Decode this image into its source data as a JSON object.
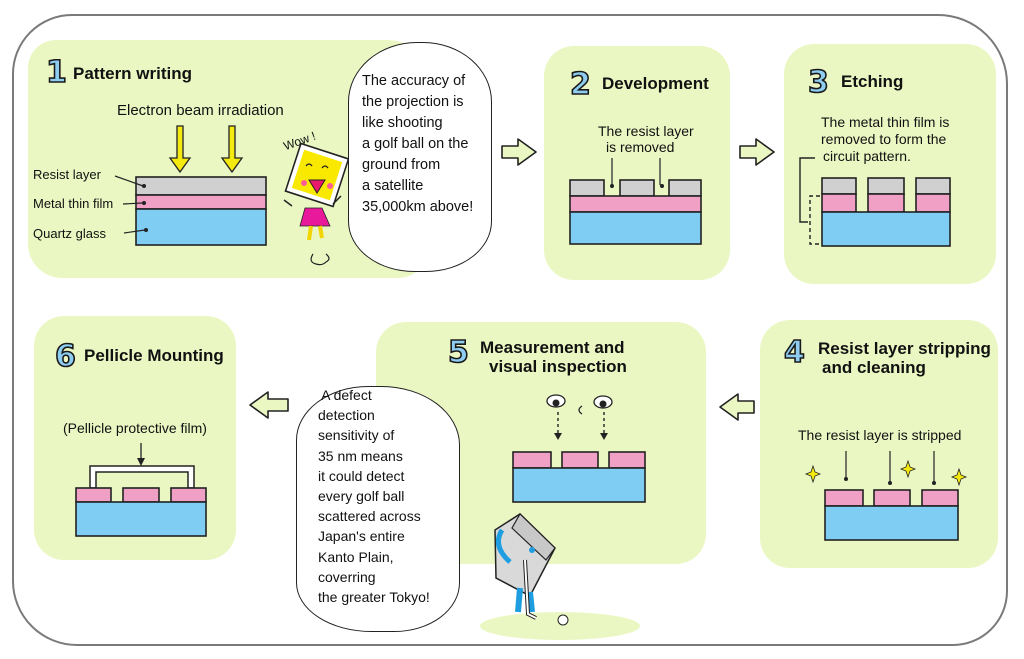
{
  "colors": {
    "panel_bg": "#ebf7c3",
    "resist": "#d0d0d0",
    "metal": "#f0a0c4",
    "quartz": "#80cdf3",
    "number_fill": "#8ecdf0",
    "beam_arrow": "#f5ea10"
  },
  "steps": [
    {
      "number": "1",
      "title": "Pattern writing",
      "caption": "Electron beam irradiation",
      "labels": [
        "Resist layer",
        "Metal thin film",
        "Quartz glass"
      ],
      "exclamation": "Wow !"
    },
    {
      "number": "2",
      "title": "Development",
      "caption_lines": [
        "The resist layer",
        "is removed"
      ]
    },
    {
      "number": "3",
      "title": "Etching",
      "caption_lines": [
        "The metal thin film is",
        "removed to form the",
        "circuit pattern."
      ]
    },
    {
      "number": "4",
      "title_lines": [
        "Resist layer stripping",
        "and cleaning"
      ],
      "caption": "The resist layer is stripped"
    },
    {
      "number": "5",
      "title_lines": [
        "Measurement and",
        "visual inspection"
      ]
    },
    {
      "number": "6",
      "title": "Pellicle Mounting",
      "caption": "(Pellicle protective film)"
    }
  ],
  "bubbles": {
    "accuracy": "The accuracy of\nthe projection is\nlike shooting\na golf ball on the\nground from\na satellite\n35,000km above!",
    "sensitivity": " A defect\ndetection\nsensitivity of\n35 nm means\nit could detect\nevery golf ball\nscattered across\nJapan's entire\nKanto Plain,\ncoverring\nthe greater Tokyo!"
  },
  "icons": {
    "flow_arrow": "right-outline-arrow",
    "mascot_photomask": "photomask-mascot",
    "mascot_golfer": "inspection-mascot"
  }
}
